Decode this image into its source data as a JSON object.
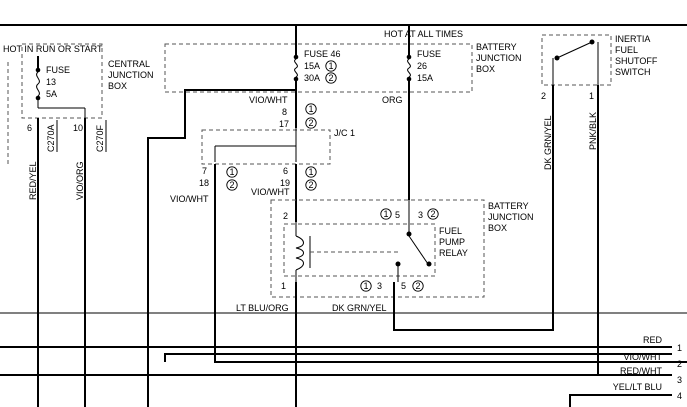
{
  "labels": {
    "hot_run_start": "HOT IN RUN OR START",
    "hot_all_times": "HOT AT ALL TIMES",
    "central_junction_box": [
      "CENTRAL",
      "JUNCTION",
      "BOX"
    ],
    "battery_junction_box_top": [
      "BATTERY",
      "JUNCTION",
      "BOX"
    ],
    "battery_junction_box_relay": [
      "BATTERY",
      "JUNCTION",
      "BOX"
    ],
    "inertia_switch": [
      "INERTIA",
      "FUEL",
      "SHUTOFF",
      "SWITCH"
    ],
    "fuel_pump_relay": [
      "FUEL",
      "PUMP",
      "RELAY"
    ],
    "jc1": "J/C 1"
  },
  "fuses": {
    "fuse13": [
      "FUSE",
      "13",
      "5A"
    ],
    "fuse46": {
      "name": "FUSE 46",
      "rating_1": "15A",
      "rating_2": "30A"
    },
    "fuse26": [
      "FUSE",
      "26",
      "15A"
    ]
  },
  "pins": {
    "central_6": "6",
    "central_10": "10",
    "jc1_8": "8",
    "jc1_17": "17",
    "jc1_7": "7",
    "jc1_18": "18",
    "jc1_6": "6",
    "jc1_19": "19",
    "relay_2": "2",
    "relay_5": "5",
    "relay_3_top": "3",
    "relay_1": "1",
    "relay_3_bot": "3",
    "relay_5_bot": "5",
    "inertia_2": "2",
    "inertia_1": "1"
  },
  "circled": {
    "one": "1",
    "two": "2"
  },
  "connectors": {
    "c270a": "C270A",
    "c270f": "C270F"
  },
  "wire_labels": {
    "red_yel": "RED/YEL",
    "vio_org": "VIO/ORG",
    "vio_wht_fuse46": "VIO/WHT",
    "org": "ORG",
    "vio_wht_jc1_right": "VIO/WHT",
    "vio_wht_jc1_left": "VIO/WHT",
    "dk_grn_yel_vertical": "DK GRN/YEL",
    "pnk_blk": "PNK/BLK",
    "lt_blu_org": "LT BLU/ORG",
    "dk_grn_yel_relay": "DK GRN/YEL"
  },
  "bus": [
    {
      "label": "RED",
      "number": "1"
    },
    {
      "label": "VIO/WHT",
      "number": "2"
    },
    {
      "label": "RED/WHT",
      "number": "3"
    },
    {
      "label": "YEL/LT BLU",
      "number": "4"
    }
  ]
}
